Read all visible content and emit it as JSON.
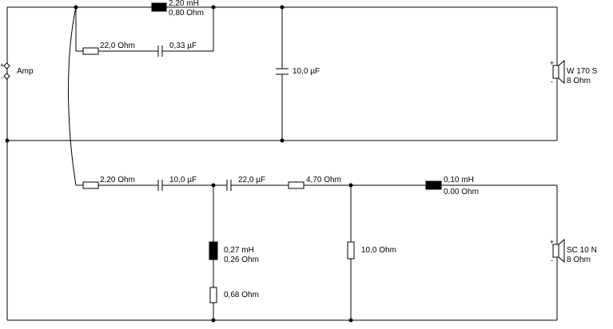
{
  "source": {
    "label": "Amp",
    "plus": "+",
    "minus": "-"
  },
  "tweeter_branch": {
    "inductor": {
      "value": "2,20 mH",
      "resistance": "0,80 Ohm"
    },
    "shunt_resistor": "22,0 Ohm",
    "shunt_capacitor": "0,33 µF",
    "parallel_capacitor": "10,0 µF",
    "speaker": {
      "name": "W 170 S",
      "impedance": "8 Ohm",
      "plus": "+",
      "minus": "-"
    }
  },
  "woofer_branch": {
    "series_resistor": "2,20 Ohm",
    "series_capacitor_1": "10,0 µF",
    "series_capacitor_2": "22,0 µF",
    "series_resistor_2": "4,70 Ohm",
    "inductor": {
      "value": "0,10 mH",
      "resistance": "0.00 Ohm"
    },
    "shunt_inductor": {
      "value": "0,27 mH",
      "resistance": "0,26 Ohm"
    },
    "shunt_resistor_small": "0,68 Ohm",
    "shunt_resistor": "10,0 Ohm",
    "speaker": {
      "name": "SC 10 N",
      "impedance": "8 Ohm",
      "plus": "+",
      "minus": "-"
    }
  }
}
